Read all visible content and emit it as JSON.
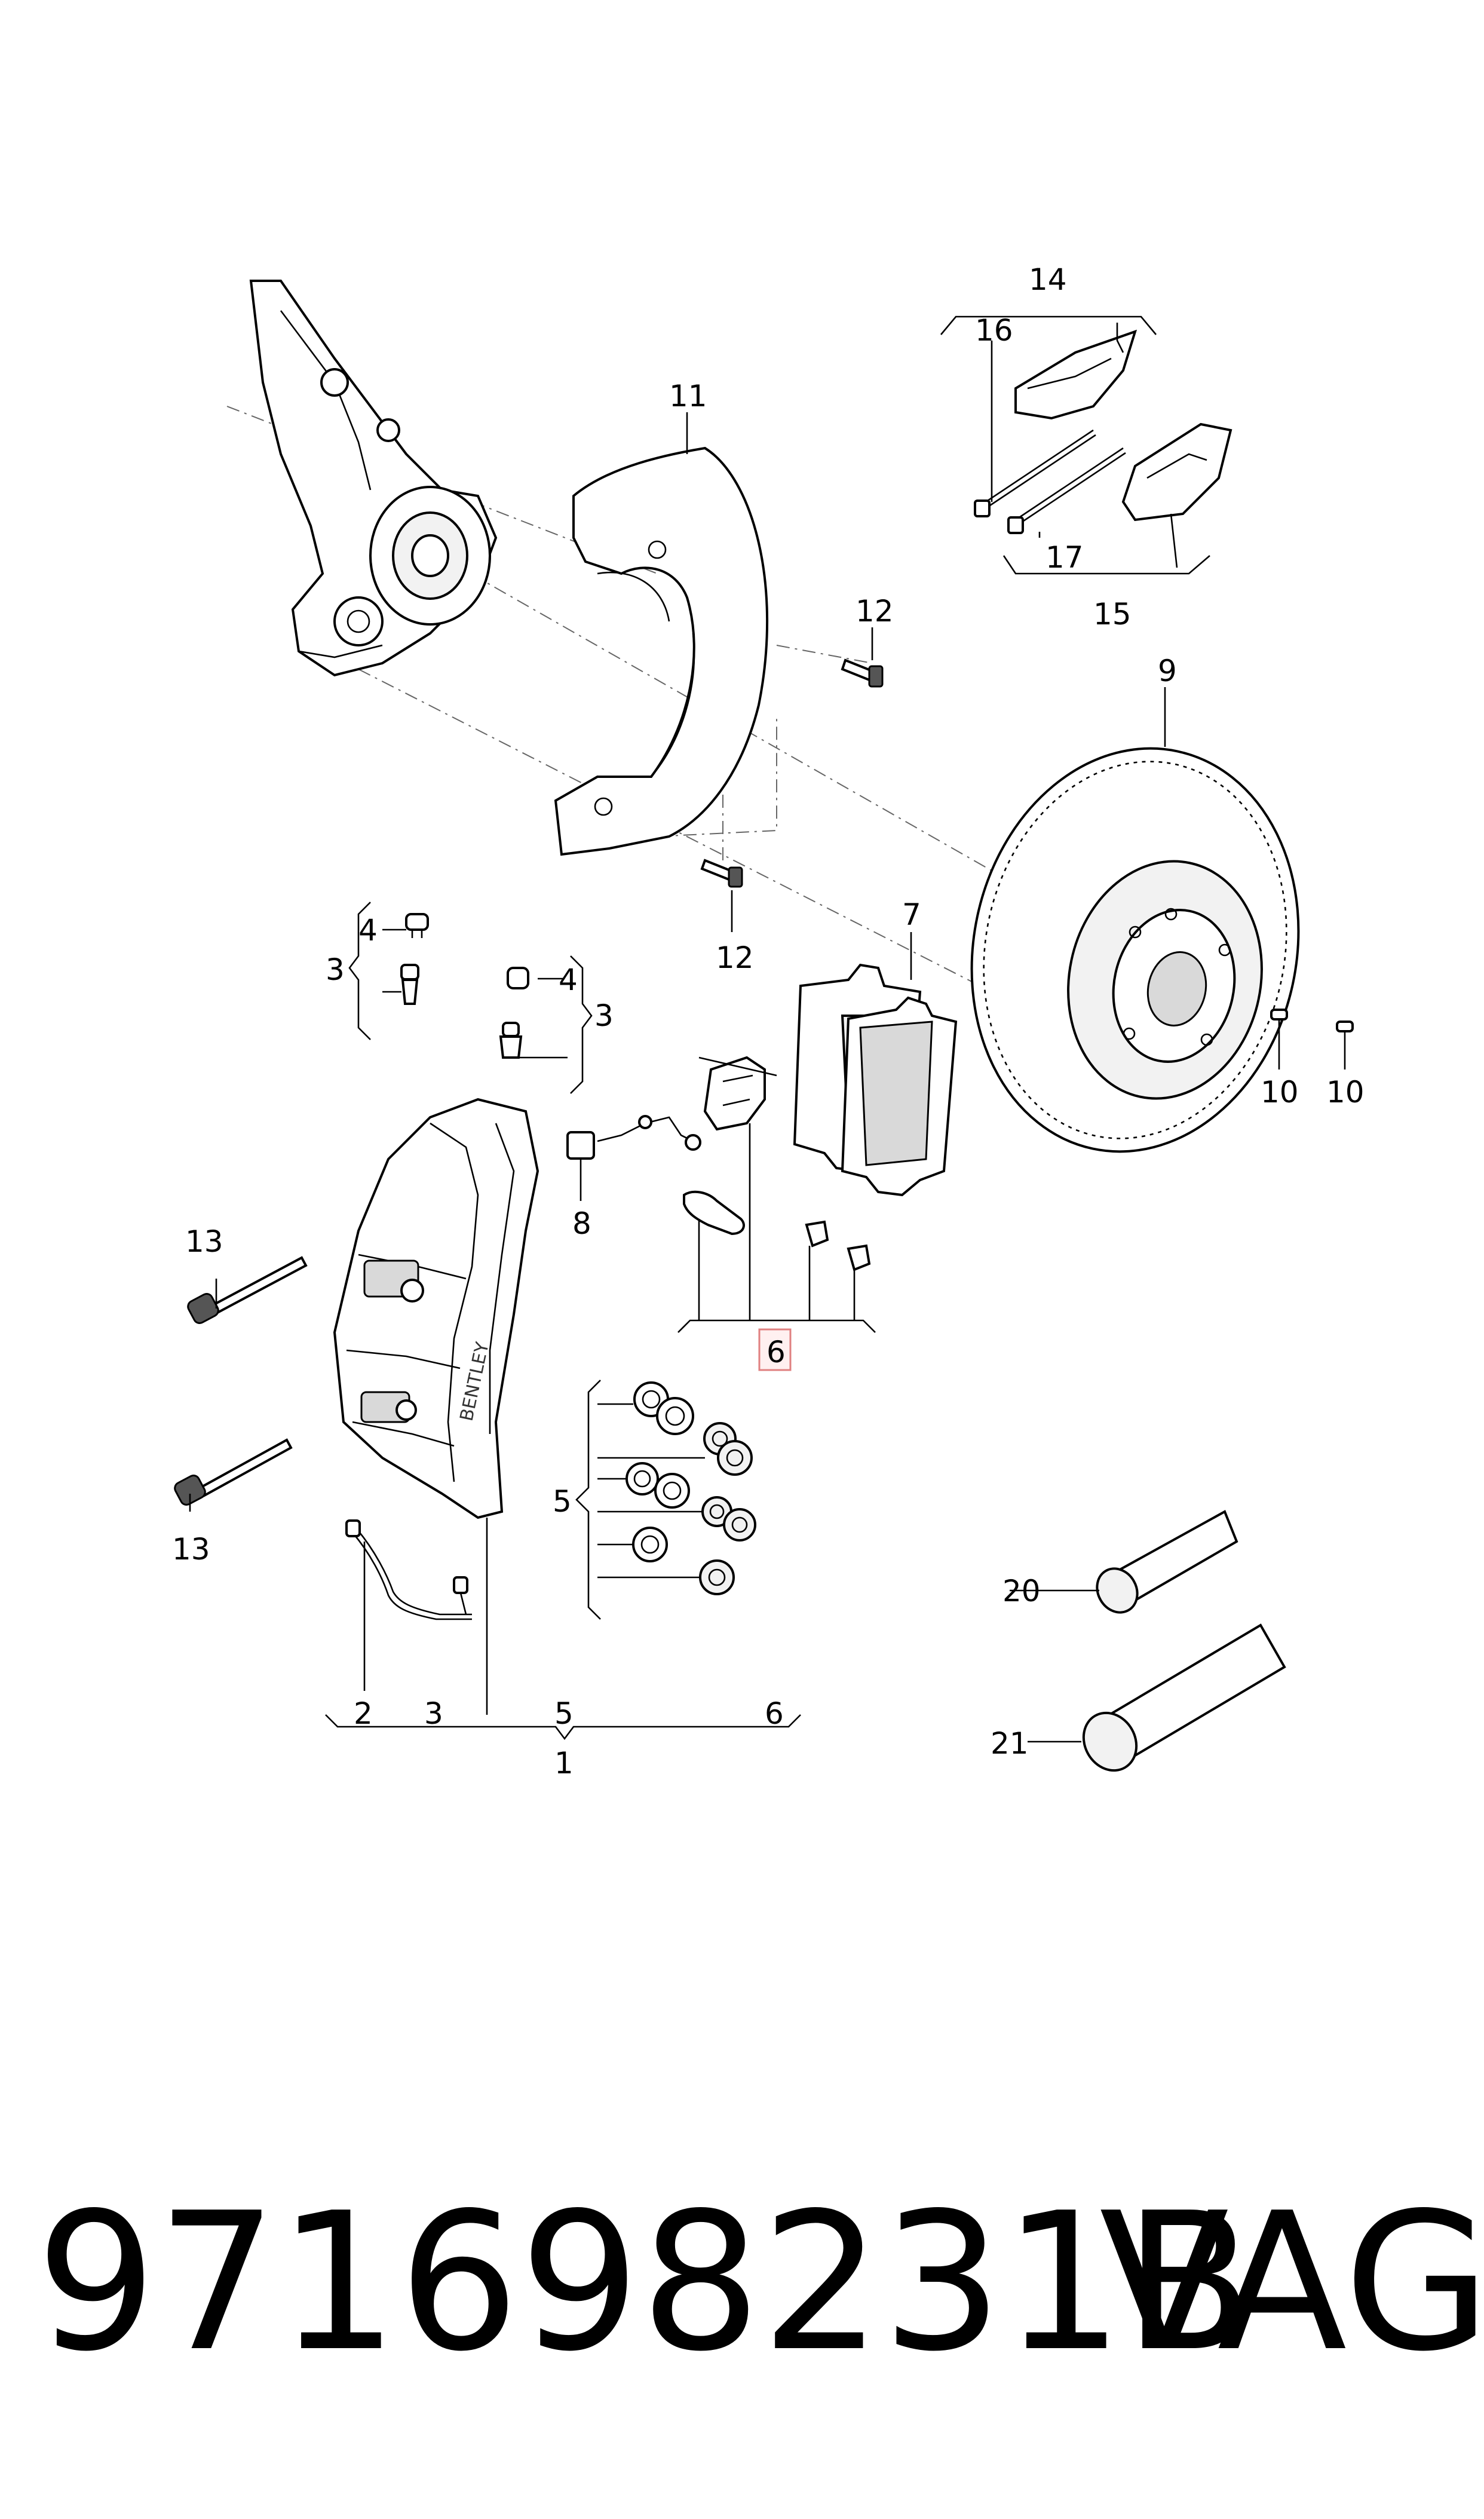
{
  "callouts": {
    "c1": "1",
    "c2": "2",
    "c3a": "3",
    "c3b": "3",
    "c3c": "3",
    "c4a": "4",
    "c4b": "4",
    "c5a": "5",
    "c5b": "5",
    "c6a": "6",
    "c6b": "6",
    "c7": "7",
    "c8": "8",
    "c9": "9",
    "c10a": "10",
    "c10b": "10",
    "c11": "11",
    "c12a": "12",
    "c12b": "12",
    "c13a": "13",
    "c13b": "13",
    "c14": "14",
    "c15": "15",
    "c16": "16",
    "c17": "17",
    "c20": "20",
    "c21": "21"
  },
  "footer": {
    "part_number": "971698231B",
    "brand": "VAG"
  },
  "caliper_marking": "BENTLEY",
  "colors": {
    "line": "#000000",
    "highlight_border": "#e08080",
    "highlight_fill": "#fff0f0"
  }
}
